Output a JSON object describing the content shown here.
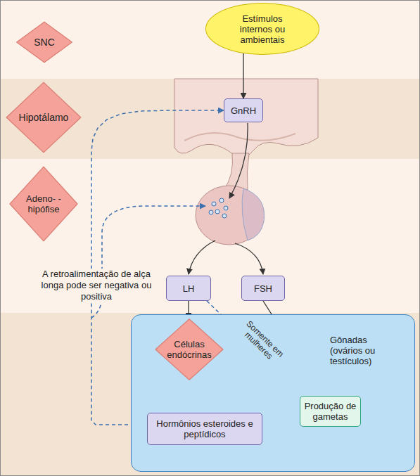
{
  "diagram": {
    "nodes": [
      {
        "text": [
          "SNC"
        ]
      },
      {
        "text": [
          "Estímulos internos ou ambientais"
        ]
      },
      {
        "text": [
          "Hipotálamo"
        ]
      },
      {
        "text": [
          "GnRH"
        ]
      },
      {
        "text": [
          "Adeno- -hipófise"
        ]
      },
      {
        "text": [
          "LH"
        ]
      },
      {
        "text": [
          "FSH"
        ]
      },
      {
        "text": [
          "Gônadas (ovários ou testículos)"
        ]
      },
      {
        "text": [
          "Células endócrinas"
        ],
        "in": 7
      },
      {
        "text": [
          "Hormônios esteroides e peptídicos"
        ],
        "in": 7
      },
      {
        "text": [
          "Produção de gametas"
        ],
        "in": 7
      }
    ],
    "edges": [
      {
        "from": 1,
        "to": 3,
        "arrow": "to"
      },
      {
        "from": 5,
        "to": 8,
        "arrow": "to"
      },
      {
        "from": 5,
        "to": 10,
        "label": "Somente em mulheres",
        "arrow": "to"
      },
      {
        "from": 6,
        "to": 10,
        "arrow": "to"
      },
      {
        "from": 8,
        "to": 9,
        "arrow": "to"
      },
      {
        "from": 9,
        "to": 10,
        "arrow": "to"
      },
      {
        "from": 9,
        "to": 3,
        "arrow": "to"
      }
    ],
    "labels": [
      "A retroalimentação de alça longa pode ser negativa ou positiva"
    ]
  }
}
